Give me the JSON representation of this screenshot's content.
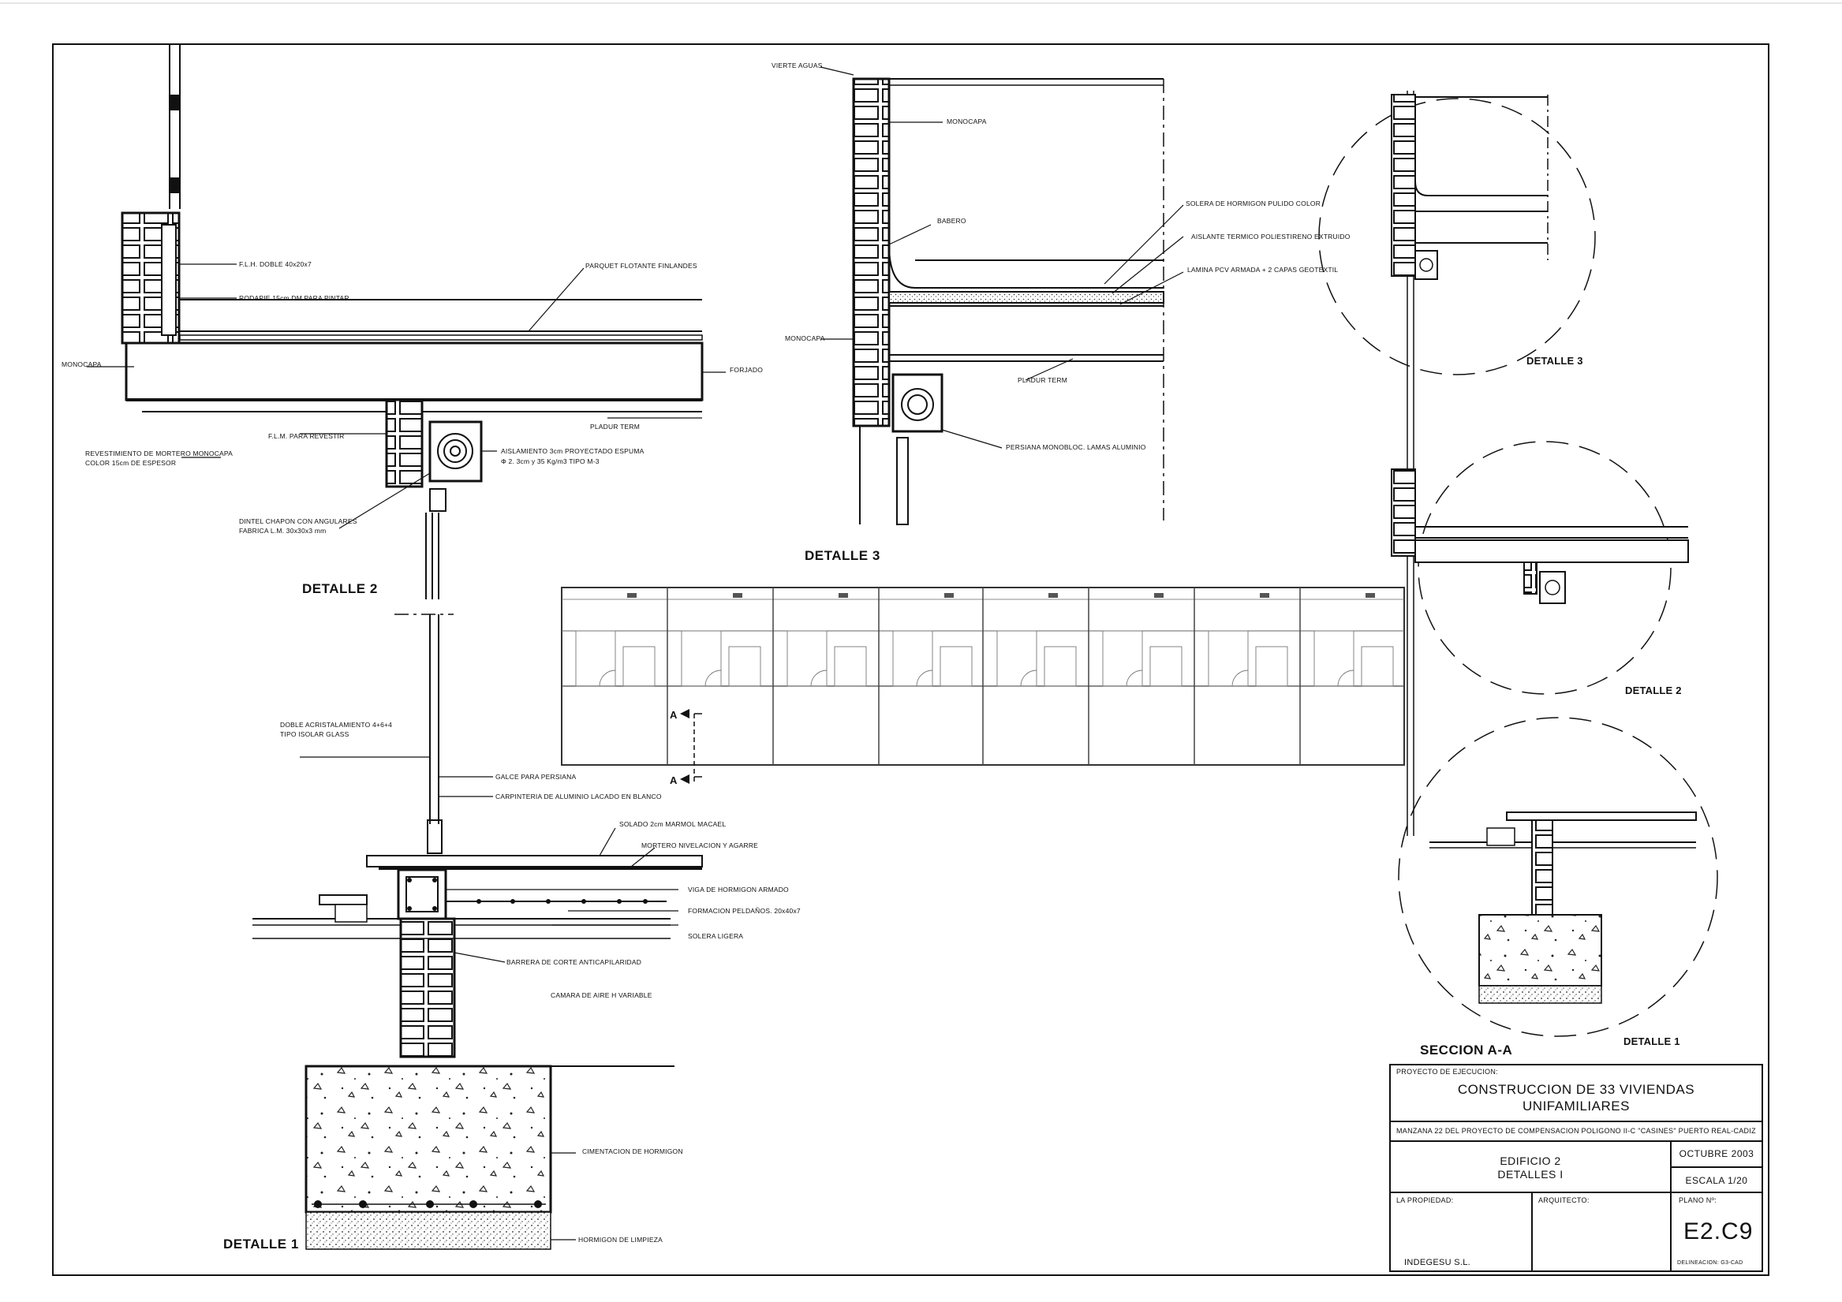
{
  "details": {
    "detalle_1": "DETALLE 1",
    "detalle_2": "DETALLE 2",
    "detalle_3": "DETALLE 3",
    "seccion": "SECCION A-A",
    "section_marker": "A",
    "mini_detalle_1": "DETALLE 1",
    "mini_detalle_2": "DETALLE 2",
    "mini_detalle_3": "DETALLE 3"
  },
  "labels_d2": {
    "flh": "F.L.H. DOBLE 40x20x7",
    "rodapie": "RODAPIE 15cm DM PARA PINTAR",
    "parquet": "PARQUET FLOTANTE FINLANDES",
    "monocapa": "MONOCAPA",
    "forjado": "FORJADO",
    "pladur": "PLADUR TERM",
    "flm": "F.L.M. PARA REVESTIR",
    "aislamiento_1": "AISLAMIENTO 3cm PROYECTADO ESPUMA",
    "aislamiento_2": "Φ 2. 3cm y 35 Kg/m3 TIPO M-3",
    "revestimiento_1": "REVESTIMIENTO DE MORTERO MONOCAPA",
    "revestimiento_2": "COLOR 15cm DE ESPESOR",
    "dintel_1": "DINTEL CHAPON CON ANGULARES",
    "dintel_2": "FABRICA L.M. 30x30x3 mm"
  },
  "labels_d3": {
    "vierte": "VIERTE AGUAS",
    "monocapa": "MONOCAPA",
    "babero": "BABERO",
    "solera": "SOLERA DE HORMIGON PULIDO COLOR",
    "aislante": "AISLANTE TERMICO POLIESTIRENO EXTRUIDO",
    "lamina": "LAMINA PCV ARMADA + 2 CAPAS GEOTEXTIL",
    "monocapa2": "MONOCAPA",
    "pladur": "PLADUR TERM",
    "persiana": "PERSIANA MONOBLOC. LAMAS ALUMINIO"
  },
  "labels_d1": {
    "doble_1": "DOBLE ACRISTALAMIENTO 4+6+4",
    "doble_2": "TIPO ISOLAR GLASS",
    "galce": "GALCE PARA PERSIANA",
    "carpinteria": "CARPINTERIA DE ALUMINIO LACADO EN BLANCO",
    "solado": "SOLADO 2cm MARMOL MACAEL",
    "mortero": "MORTERO NIVELACION Y AGARRE",
    "viga": "VIGA DE HORMIGON ARMADO",
    "formacion": "FORMACION PELDAÑOS. 20x40x7",
    "solera": "SOLERA LIGERA",
    "barrera": "BARRERA DE CORTE ANTICAPILARIDAD",
    "camara": "CAMARA DE AIRE H VARIABLE",
    "cimentacion": "CIMENTACION DE HORMIGON",
    "hormigon": "HORMIGON DE LIMPIEZA"
  },
  "title_block": {
    "proyecto_label": "PROYECTO DE EJECUCION:",
    "proyecto_line1": "CONSTRUCCION DE 33 VIVIENDAS",
    "proyecto_line2": "UNIFAMILIARES",
    "ubicacion": "MANZANA 22 DEL PROYECTO DE COMPENSACION POLIGONO II-C \"CASINES\"   PUERTO REAL-CADIZ",
    "edificio_line1": "EDIFICIO 2",
    "edificio_line2": "DETALLES I",
    "fecha": "OCTUBRE 2003",
    "escala": "ESCALA 1/20",
    "propiedad_label": "LA PROPIEDAD:",
    "arquitecto_label": "ARQUITECTO:",
    "plano_label": "PLANO Nº:",
    "propiedad": "INDEGESU S.L.",
    "plano": "E2.C9",
    "delineacion": "DELINEACION: G3-CAD"
  }
}
